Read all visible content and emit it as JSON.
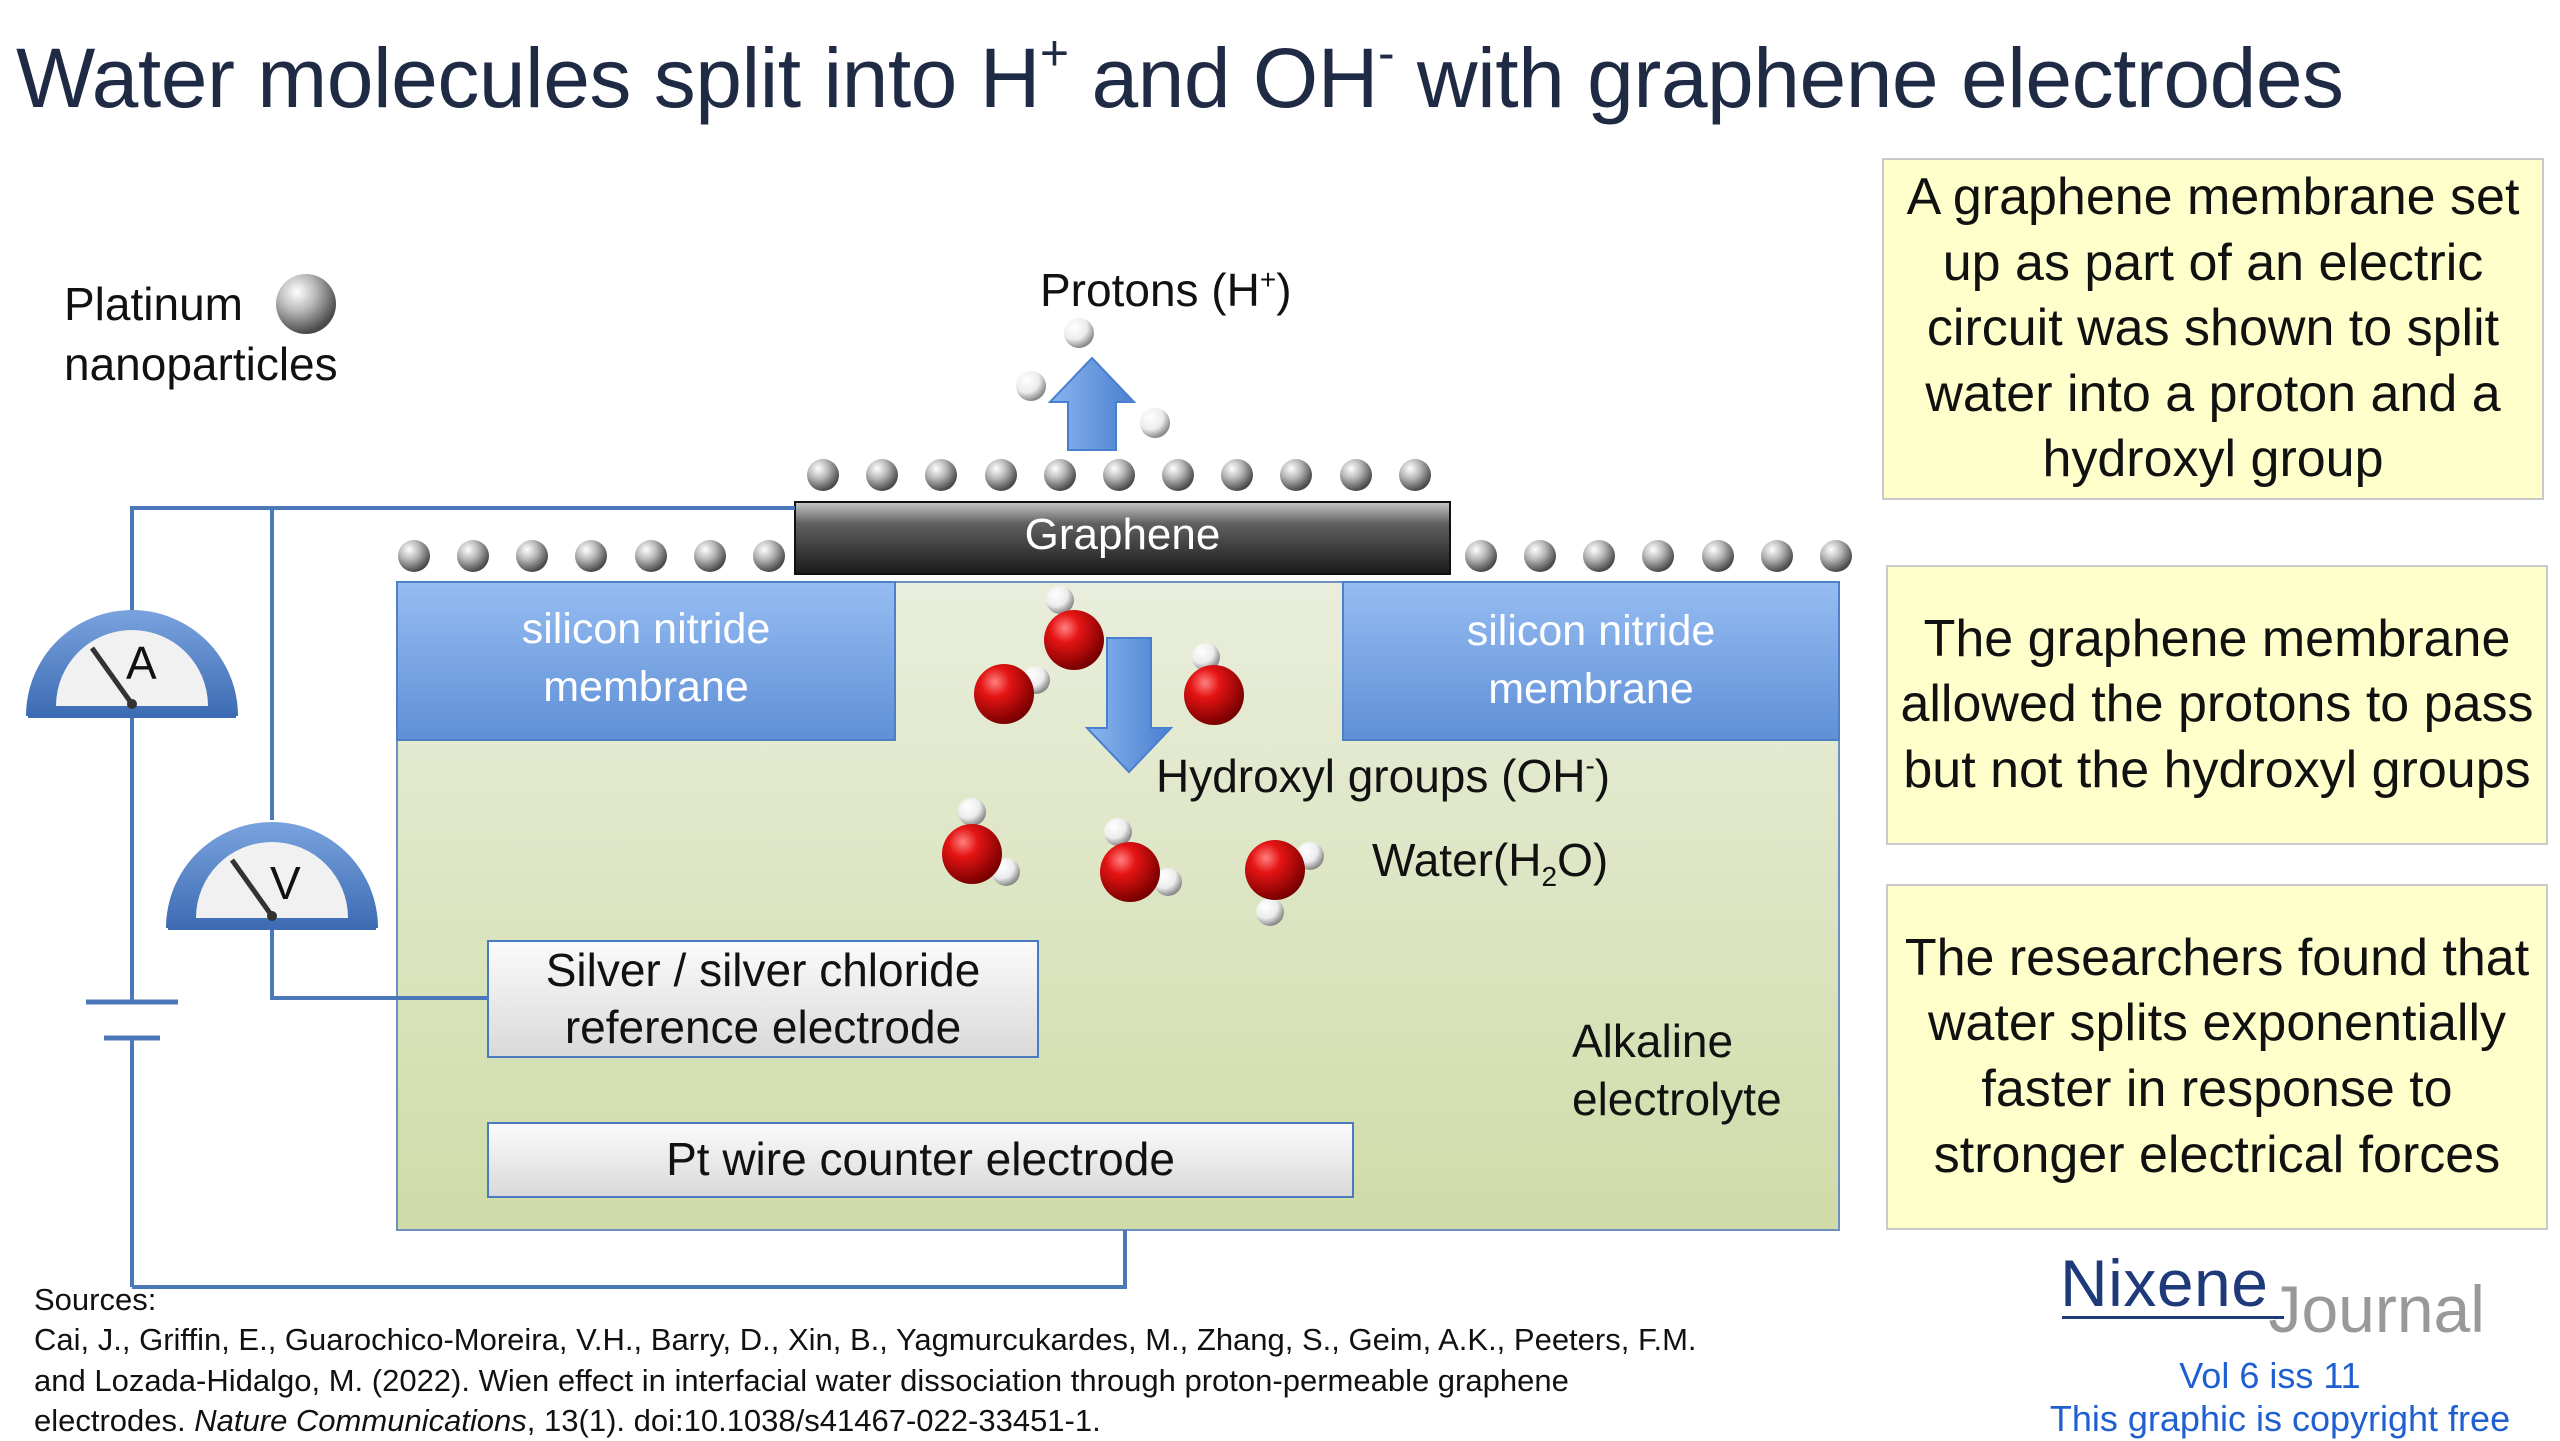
{
  "title": {
    "part1": "Water molecules split into H",
    "sup1": "+",
    "part2": " and OH",
    "sup2": "-",
    "part3": " with graphene electrodes"
  },
  "labels": {
    "platinum": "Platinum\nnanoparticles",
    "protons_main": "Protons (H",
    "protons_sup": "+",
    "protons_end": ")",
    "graphene": "Graphene",
    "silicon_left": "silicon nitride\nmembrane",
    "silicon_right": "silicon nitride\nmembrane",
    "hydroxyl_main": "Hydroxyl groups (OH",
    "hydroxyl_sup": "-",
    "hydroxyl_end": ")",
    "water_main": "Water(H",
    "water_sub": "2",
    "water_end": "O)",
    "reference_electrode": "Silver / silver chloride\nreference electrode",
    "counter_electrode": "Pt wire counter electrode",
    "electrolyte": "Alkaline\nelectrolyte",
    "ammeter": "A",
    "voltmeter": "V"
  },
  "notes": [
    "A graphene membrane set up as part of an electric circuit was shown to split water into a proton and a hydroxyl group",
    "The graphene membrane allowed the protons to pass but not the hydroxyl groups",
    "The researchers found that water splits exponentially faster in response to stronger electrical forces"
  ],
  "sources": {
    "heading": "Sources:",
    "line1": "Cai, J., Griffin, E., Guarochico-Moreira, V.H., Barry, D., Xin, B., Yagmurcukardes, M., Zhang, S., Geim, A.K., Peeters, F.M.",
    "line2": "and Lozada-Hidalgo, M. (2022). Wien effect in interfacial water dissociation through proton-permeable graphene",
    "line3a": "electrodes. ",
    "line3_journal": "Nature Communications",
    "line3b": ", 13(1). doi:10.1038/s41467-022-33451-1."
  },
  "brand": {
    "name1": "Nixene",
    "name2": "Journal",
    "issue": "Vol 6 iss 11",
    "copyright": "This graphic is copyright free"
  },
  "colors": {
    "title": "#1f2a44",
    "membrane_blue": "#7ba6e6",
    "electrolyte_green": "#dbe6c0",
    "wire": "#4a78b8",
    "graphene_dark": "#2a2a2a",
    "note_bg": "#ffffcc",
    "oxygen_red": "#dd1111",
    "arrow_blue": "#6a9ee0"
  },
  "icons": {
    "nanoparticle": "grey-sphere-icon",
    "proton": "white-sphere-icon",
    "water": "water-molecule-icon",
    "hydroxyl": "hydroxyl-molecule-icon",
    "ammeter": "ammeter-gauge-icon",
    "voltmeter": "voltmeter-gauge-icon",
    "battery": "battery-icon",
    "arrow_up": "arrow-up-icon",
    "arrow_down": "arrow-down-icon"
  }
}
